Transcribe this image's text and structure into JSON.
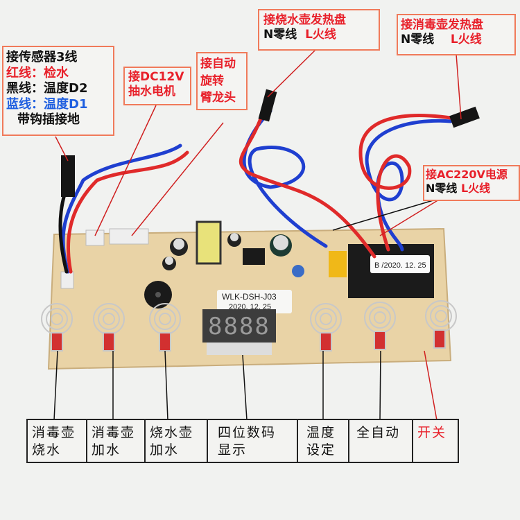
{
  "callouts": {
    "sensor": {
      "title": "接传感器3线",
      "red_line": "红线：检水",
      "black_line": "黑线：温度D2",
      "blue_line": "蓝线：温度D1",
      "ground": "带钩插接地"
    },
    "pump": {
      "line1": "接DC12V",
      "line2": "抽水电机"
    },
    "arm": {
      "line1": "接自动",
      "line2": "旋转",
      "line3": "臂龙头"
    },
    "boil_heater": {
      "title": "接烧水壶发热盘",
      "neutral": "N零线",
      "live": "L火线"
    },
    "disinfect_heater": {
      "title": "接消毒壶发热盘",
      "neutral": "N零线",
      "live": "L火线"
    },
    "power": {
      "title": "接AC220V电源",
      "neutral": "N零线",
      "live": "L火线"
    }
  },
  "board": {
    "model_label": "WLK-DSH-J03",
    "model_date": "2020. 12. 25",
    "relay_label": "B  /2020. 12. 25",
    "display_digits": "8888"
  },
  "buttons_table": [
    {
      "label": "消毒壶\n烧水",
      "line1": "消毒壶",
      "line2": "烧水"
    },
    {
      "label": "消毒壶\n加水",
      "line1": "消毒壶",
      "line2": "加水"
    },
    {
      "label": "烧水壶\n加水",
      "line1": "烧水壶",
      "line2": "加水"
    },
    {
      "label": "四位数码\n显示",
      "line1": "四位数码",
      "line2": "显示"
    },
    {
      "label": "温度\n设定",
      "line1": "温度",
      "line2": "设定"
    },
    {
      "label": "全自动",
      "line1": "全自动",
      "line2": ""
    },
    {
      "label": "开关",
      "line1": "开关",
      "line2": ""
    }
  ],
  "colors": {
    "callout_border": "#f07a5a",
    "accent_red": "#e8202a",
    "accent_blue": "#1f5fe0",
    "pcb": "#e9d3a6"
  }
}
